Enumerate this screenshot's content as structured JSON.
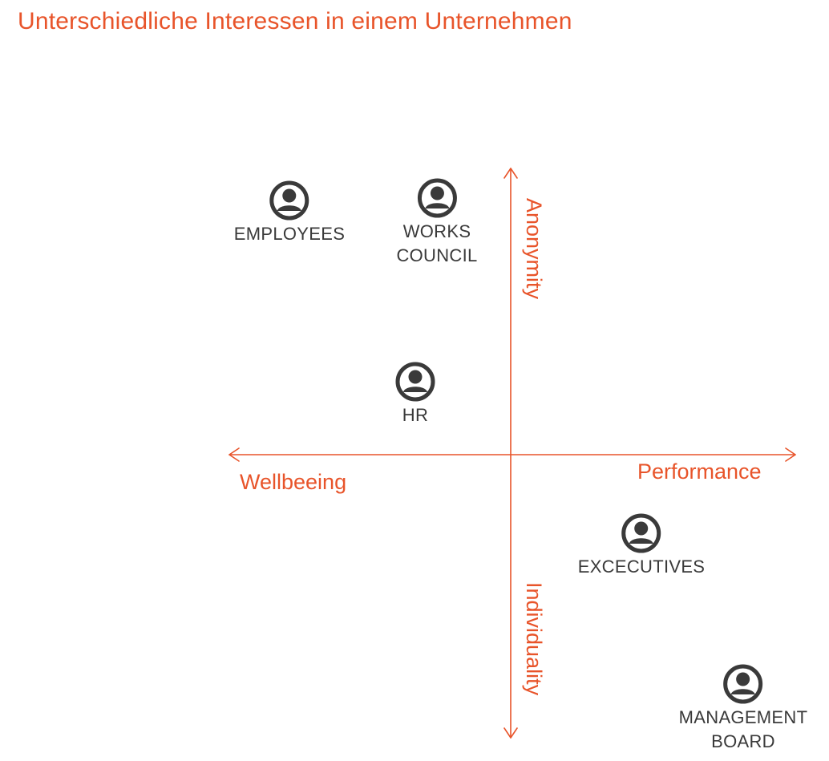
{
  "title": "Unterschiedliche Interessen in einem Unternehmen",
  "accent_color": "#e8542a",
  "icon_color": "#3a3a3a",
  "axes": {
    "left": "Wellbeeing",
    "right": "Performance",
    "top": "Anonymity",
    "bottom": "Individuality"
  },
  "stakeholders": [
    {
      "icon": "person-icon",
      "lines": [
        "EMPLOYEES"
      ]
    },
    {
      "icon": "person-icon",
      "lines": [
        "WORKS",
        "COUNCIL"
      ]
    },
    {
      "icon": "person-icon",
      "lines": [
        "HR"
      ]
    },
    {
      "icon": "person-icon",
      "lines": [
        "EXCECUTIVES"
      ]
    },
    {
      "icon": "person-icon",
      "lines": [
        "MANAGEMENT",
        "BOARD"
      ]
    }
  ]
}
